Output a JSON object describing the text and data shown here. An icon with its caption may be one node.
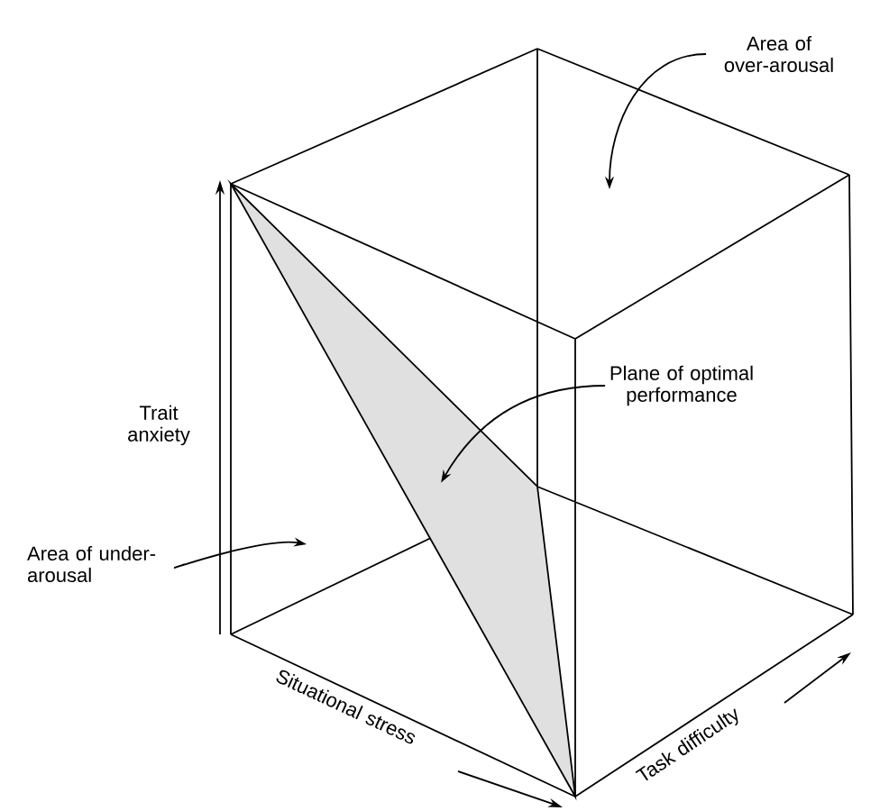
{
  "diagram": {
    "nodes": [
      {
        "text": [
          "Area of over-arousal"
        ]
      },
      {
        "text": [
          "Plane of optimal performance"
        ]
      },
      {
        "text": [
          "Area of under-arousal"
        ]
      },
      {
        "text": [],
        "shape": "triangle"
      }
    ],
    "edges": [
      {
        "from": 0,
        "to": null,
        "arrow": "to"
      },
      {
        "from": 1,
        "to": 3,
        "arrow": "to"
      },
      {
        "from": 2,
        "to": null,
        "arrow": "to"
      }
    ],
    "labels": [
      "Trait anxiety",
      "Situational stress",
      "Task difficulty"
    ]
  }
}
